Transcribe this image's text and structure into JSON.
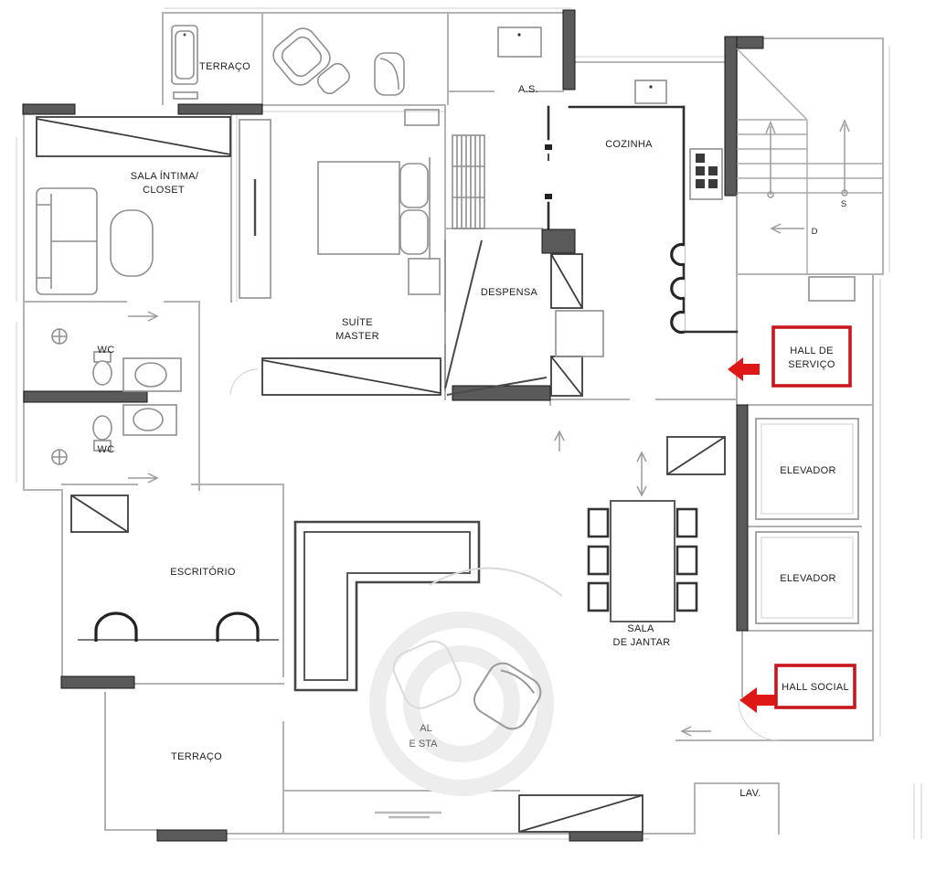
{
  "plan": {
    "rooms": {
      "terraco_top": "TERRAÇO",
      "as": "A.S.",
      "cozinha": "COZINHA",
      "sala_intima_line1": "SALA ÍNTIMA/",
      "sala_intima_line2": "CLOSET",
      "suite_line1": "SUÍTE",
      "suite_line2": "MASTER",
      "despensa": "DESPENSA",
      "wc_top": "WC",
      "wc_bottom": "WC",
      "escritorio": "ESCRITÓRIO",
      "sala_jantar_line1": "SALA",
      "sala_jantar_line2": "DE JANTAR",
      "sala_estar_fragment_line1": "AL",
      "sala_estar_fragment_line2": "E STA",
      "terraco_bottom": "TERRAÇO",
      "lav": "LAV.",
      "elevador_1": "ELEVADOR",
      "elevador_2": "ELEVADOR"
    },
    "halls": {
      "servico_line1": "HALL DE",
      "servico_line2": "SERVIÇO",
      "social": "HALL SOCIAL"
    },
    "stairs": {
      "up_label": "S",
      "down_label": "D"
    },
    "colors": {
      "accent_red_border": "#c8171c",
      "accent_red_arrow": "#e01717",
      "wall_dark": "#5a5a5a",
      "wall_light": "#b3b3b3",
      "ink": "#1e1e1e"
    }
  }
}
